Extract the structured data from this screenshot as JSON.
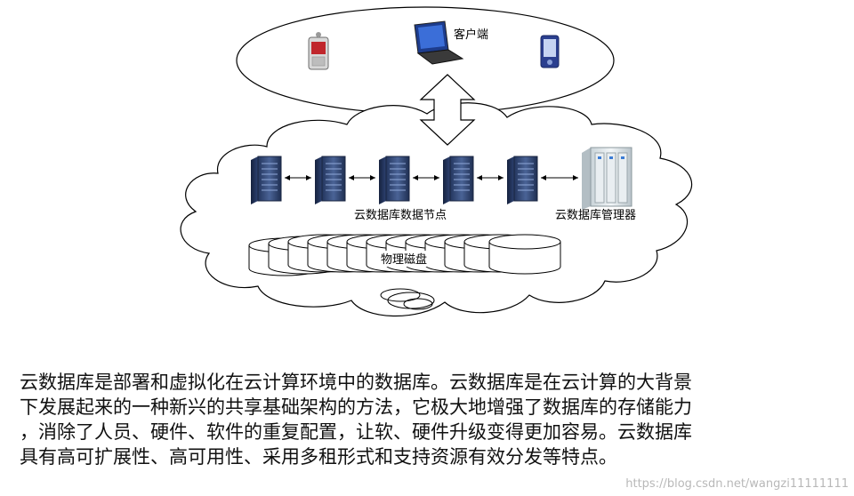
{
  "diagram": {
    "client_label": "客户端",
    "nodes_label": "云数据库数据节点",
    "manager_label": "云数据库管理器",
    "disk_label": "物理磁盘",
    "icons": {
      "client_devices": [
        "mobile-phone-icon",
        "laptop-icon",
        "pda-icon"
      ],
      "servers": [
        "server-icon",
        "server-icon",
        "server-icon",
        "server-icon",
        "server-icon"
      ],
      "manager": "server-rack-icon",
      "disks": "disk-cylinder-icon"
    },
    "colors": {
      "server": "#3a4f7a",
      "manager": "#dfe6ea",
      "line": "#000000"
    }
  },
  "paragraph": {
    "lines": [
      "云数据库是部署和虚拟化在云计算环境中的数据库。云数据库是在云计算的大背景",
      "下发展起来的一种新兴的共享基础架构的方法，它极大地增强了数据库的存储能力",
      "，消除了人员、硬件、软件的重复配置，让软、硬件升级变得更加容易。云数据库",
      "具有高可扩展性、高可用性、采用多租形式和支持资源有效分发等特点。"
    ]
  },
  "watermark": "https://blog.csdn.net/wangzi11111111"
}
